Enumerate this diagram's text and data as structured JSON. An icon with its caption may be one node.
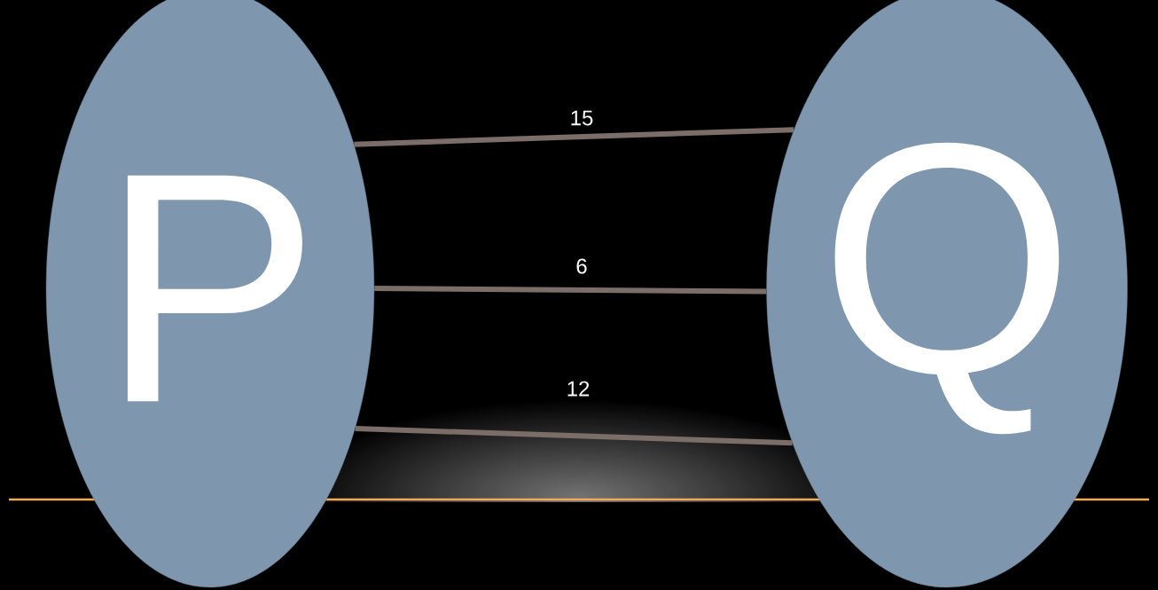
{
  "diagram": {
    "nodes": [
      {
        "text": [
          "P"
        ]
      },
      {
        "text": [
          "Q"
        ]
      }
    ],
    "edges": [
      {
        "from": 0,
        "to": 1,
        "arrow": "none",
        "label": "15"
      },
      {
        "from": 0,
        "to": 1,
        "arrow": "none",
        "label": "6"
      },
      {
        "from": 0,
        "to": 1,
        "arrow": "none",
        "label": "12"
      }
    ]
  }
}
